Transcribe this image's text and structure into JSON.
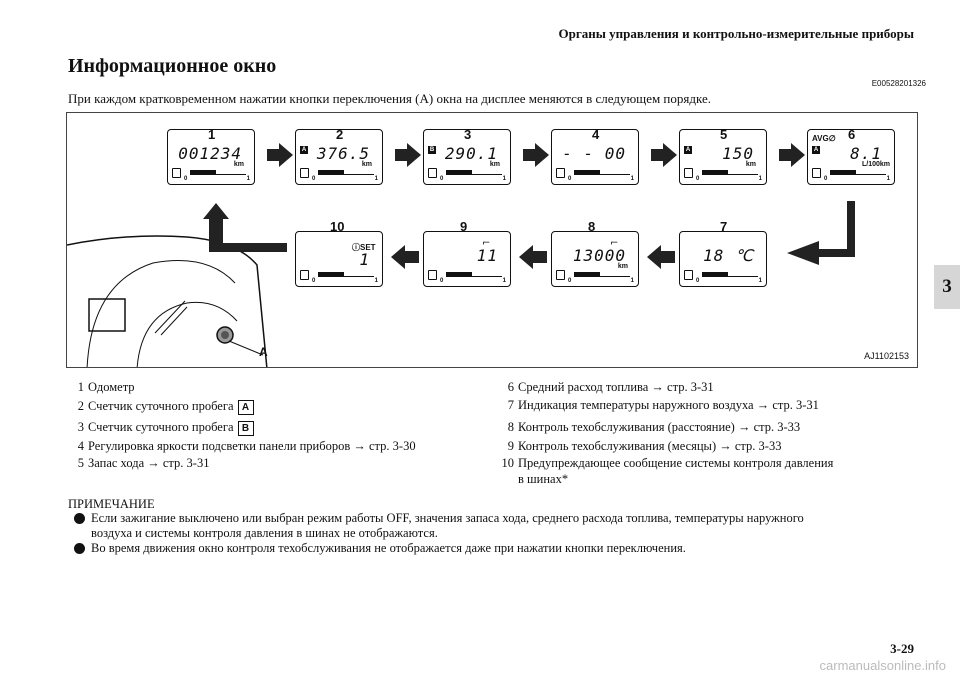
{
  "header": {
    "running_title": "Органы управления и контрольно-измерительные приборы",
    "chapter_tab": "3"
  },
  "section": {
    "title": "Информационное окно",
    "code": "E00528201326",
    "intro": "При каждом кратковременном нажатии кнопки переключения (A) окна на дисплее меняются в следующем порядке."
  },
  "figure": {
    "code": "AJ1102153",
    "button_label": "A",
    "unit_km": "km",
    "unit_l100km": "L/100km",
    "avg_label": "AVG∅",
    "set_label": "ⓘSET",
    "fuel_zero": "0",
    "fuel_one": "1",
    "displays": [
      {
        "number": "1",
        "value": "001234",
        "unit": "km",
        "badge": ""
      },
      {
        "number": "2",
        "value": "376.5",
        "unit": "km",
        "badge": "A"
      },
      {
        "number": "3",
        "value": "290.1",
        "unit": "km",
        "badge": "B"
      },
      {
        "number": "4",
        "value": "- - 00",
        "unit": "",
        "badge": ""
      },
      {
        "number": "5",
        "value": "150",
        "unit": "km",
        "badge": "A"
      },
      {
        "number": "6",
        "value": "8.1",
        "unit": "L/100km",
        "badge": "A"
      },
      {
        "number": "7",
        "value": "18 ℃",
        "unit": "",
        "badge": ""
      },
      {
        "number": "8",
        "value": "13000",
        "unit": "km",
        "badge": ""
      },
      {
        "number": "9",
        "value": "11",
        "unit": "",
        "badge": ""
      },
      {
        "number": "10",
        "value": "1",
        "unit": "",
        "badge": ""
      }
    ]
  },
  "legend": {
    "left": [
      {
        "num": "1",
        "text": "Одометр",
        "tag": ""
      },
      {
        "num": "2",
        "text": "Счетчик суточного пробега",
        "tag": "A"
      },
      {
        "num": "3",
        "text": "Счетчик суточного пробега",
        "tag": "B"
      },
      {
        "num": "4",
        "text": "Регулировка яркости подсветки панели приборов → стр. 3-30",
        "tag": ""
      },
      {
        "num": "5",
        "text": "Запас хода → стр. 3-31",
        "tag": ""
      }
    ],
    "right": [
      {
        "num": "6",
        "text": "Средний расход топлива → стр. 3-31"
      },
      {
        "num": "7",
        "text": "Индикация температуры наружного воздуха → стр. 3-31"
      },
      {
        "num": "8",
        "text": "Контроль техобслуживания (расстояние) → стр. 3-33"
      },
      {
        "num": "9",
        "text": "Контроль техобслуживания (месяцы) → стр. 3-33"
      },
      {
        "num": "10",
        "text": "Предупреждающее сообщение системы контроля давления"
      },
      {
        "num": "",
        "text": "в шинах*"
      }
    ]
  },
  "note": {
    "title": "ПРИМЕЧАНИЕ",
    "items": [
      {
        "line1": "Если зажигание выключено или выбран режим работы OFF, значения запаса хода, среднего расхода топлива, температуры наружного",
        "line2": "воздуха и системы контроля давления в шинах не отображаются."
      },
      {
        "line1": "Во время движения окно контроля техобслуживания не отображается даже при нажатии кнопки переключения.",
        "line2": ""
      }
    ]
  },
  "footer": {
    "page_number": "3-29",
    "watermark": "carmanualsonline.info"
  }
}
